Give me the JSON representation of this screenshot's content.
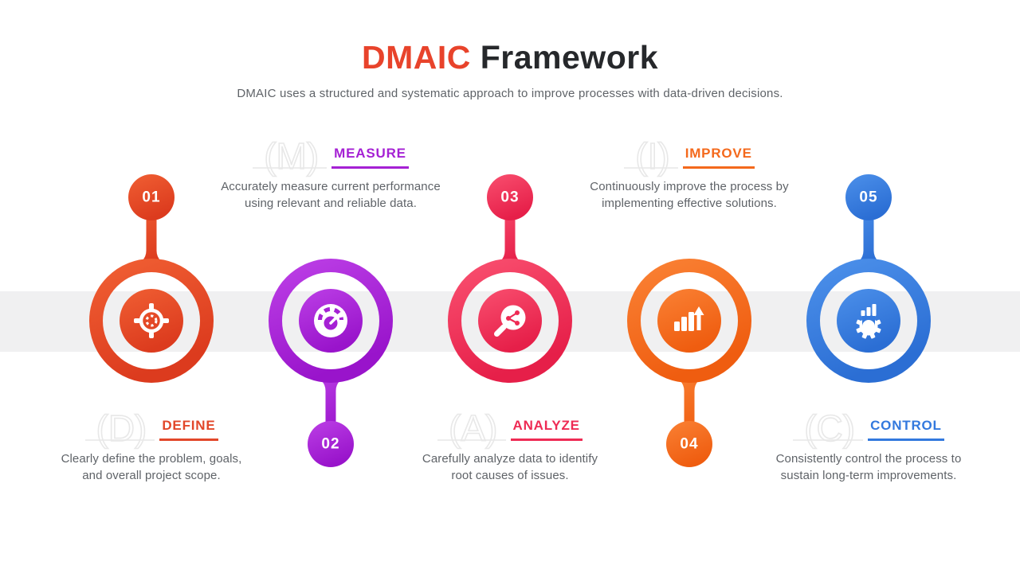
{
  "header": {
    "title_accent": "DMAIC",
    "title_rest": "Framework",
    "subtitle": "DMAIC uses a structured and systematic approach to improve processes with data-driven decisions."
  },
  "nodes": [
    {
      "number": "01",
      "letter": "(D)",
      "label": "DEFINE",
      "description": "Clearly define the problem, goals,\nand overall project scope.",
      "icon": "target-icon",
      "color": "#E2472A",
      "color_light": "#F05F33",
      "color_dark": "#DC3B1E"
    },
    {
      "number": "02",
      "letter": "(M)",
      "label": "MEASURE",
      "description": "Accurately measure current performance\nusing relevant and reliable data.",
      "icon": "gauge-icon",
      "color": "#A521D4",
      "color_light": "#BC3FE6",
      "color_dark": "#9914CB"
    },
    {
      "number": "03",
      "letter": "(A)",
      "label": "ANALYZE",
      "description": "Carefully analyze data to identify\nroot causes of issues.",
      "icon": "magnifier-share-icon",
      "color": "#EE2B54",
      "color_light": "#F94F6F",
      "color_dark": "#E61F49"
    },
    {
      "number": "04",
      "letter": "(I)",
      "label": "IMPROVE",
      "description": "Continuously improve the process by\nimplementing effective solutions.",
      "icon": "bar-chart-arrow-icon",
      "color": "#F4691C",
      "color_light": "#FA8134",
      "color_dark": "#EF5D10"
    },
    {
      "number": "05",
      "letter": "(C)",
      "label": "CONTROL",
      "description": "Consistently control the process to\nsustain long-term improvements.",
      "icon": "gear-chart-icon",
      "color": "#3379DE",
      "color_light": "#4C90EA",
      "color_dark": "#2B6ED4"
    }
  ]
}
